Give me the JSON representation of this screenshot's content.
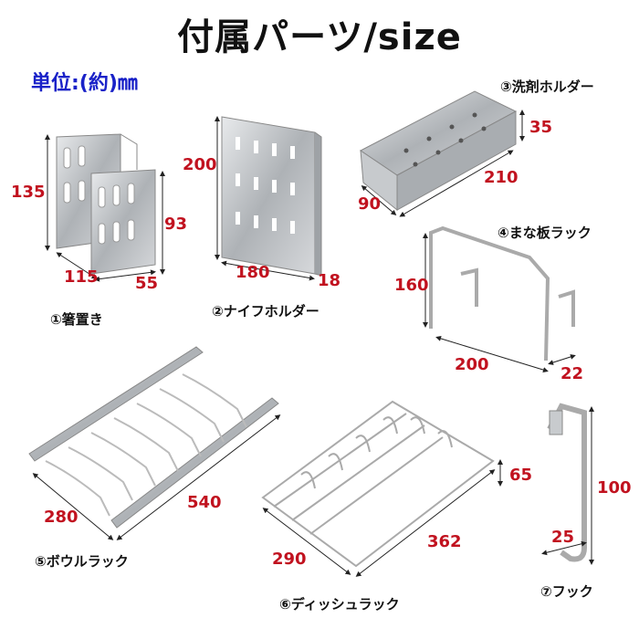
{
  "title": "付属パーツ/size",
  "unit": "単位:(約)㎜",
  "items": [
    {
      "label": "①箸置き",
      "dims": [
        "135",
        "93",
        "115",
        "55"
      ]
    },
    {
      "label": "②ナイフホルダー",
      "dims": [
        "200",
        "180",
        "18"
      ]
    },
    {
      "label": "③洗剤ホルダー",
      "dims": [
        "35",
        "210",
        "90"
      ]
    },
    {
      "label": "④まな板ラック",
      "dims": [
        "160",
        "200",
        "22"
      ]
    },
    {
      "label": "⑤ボウルラック",
      "dims": [
        "280",
        "540"
      ]
    },
    {
      "label": "⑥ディッシュラック",
      "dims": [
        "65",
        "290",
        "362"
      ]
    },
    {
      "label": "⑦フック",
      "dims": [
        "100",
        "25"
      ]
    }
  ],
  "colors": {
    "dimension": "#c1121f",
    "unit": "#1a22c8",
    "metal": "#b9bcc0"
  }
}
